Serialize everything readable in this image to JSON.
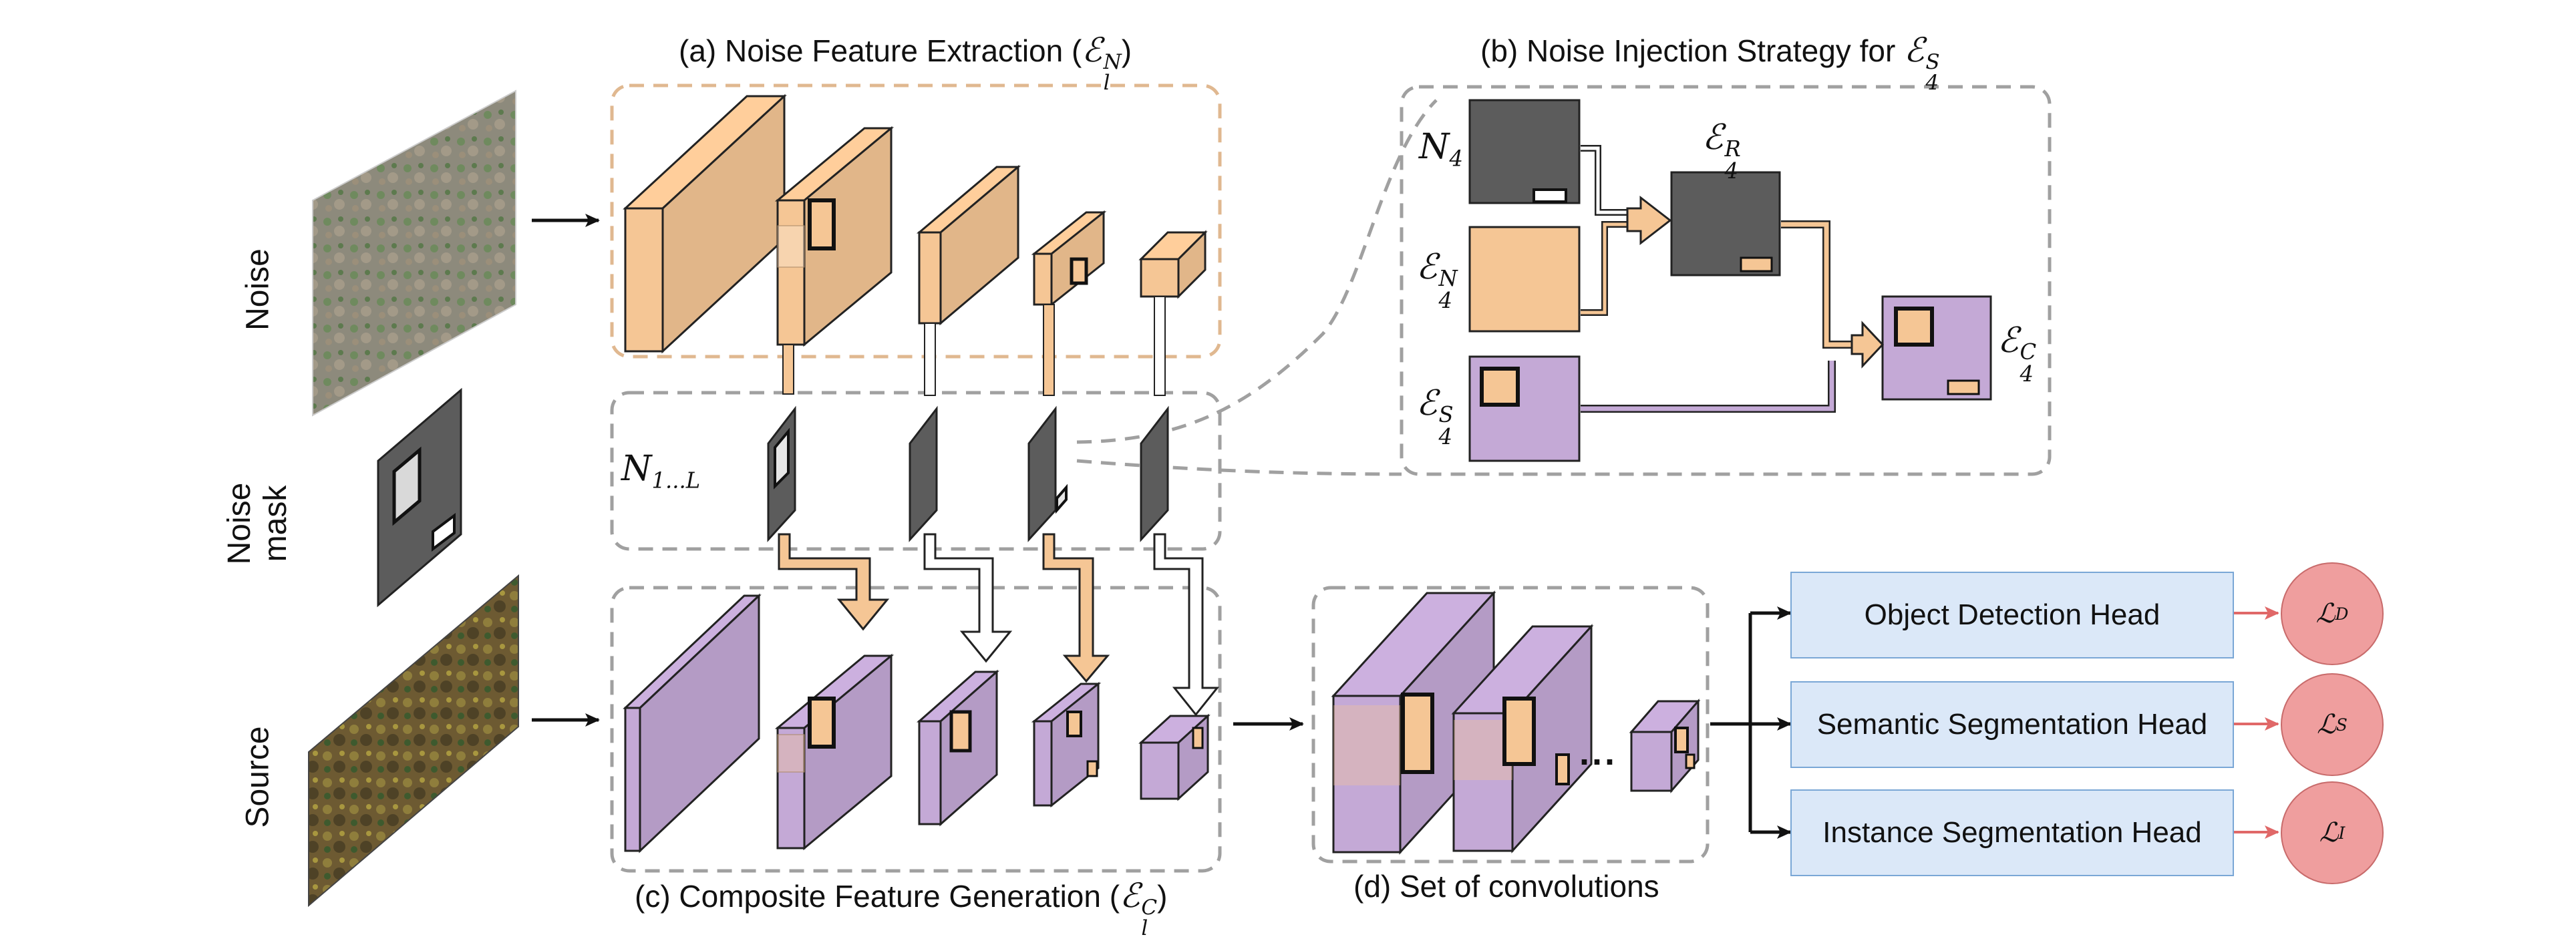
{
  "inputs": {
    "noise_label": "Noise",
    "noise_mask_label_line1": "Noise",
    "noise_mask_label_line2": "mask",
    "source_label": "Source"
  },
  "captions": {
    "a_prefix": "(a) Noise Feature Extraction (",
    "a_suffix": ")",
    "b_prefix": "(b) Noise Injection Strategy for ",
    "c_prefix": "(c) Composite Feature Generation (",
    "c_suffix": ")",
    "d": "(d) Set of convolutions"
  },
  "math": {
    "E": "ℰ",
    "l": "l",
    "N": "N",
    "S": "S",
    "R": "R",
    "C": "C",
    "four": "4",
    "n_stack_base": "N",
    "n_stack_sub": "1...L",
    "n4_base": "N",
    "n4_sub": "4",
    "ellipsis": "..."
  },
  "heads": [
    {
      "label": "Object Detection Head",
      "loss_sub": "D"
    },
    {
      "label": "Semantic Segmentation Head",
      "loss_sub": "S"
    },
    {
      "label": "Instance Segmentation Head",
      "loss_sub": "I"
    }
  ],
  "loss_symbol": "ℒ",
  "colors": {
    "noise_feature": "#f5c695",
    "composite_feature": "#c4a9d6",
    "mask_gray": "#5c5c5c",
    "dashed_orange": "#e0b890",
    "dashed_gray": "#a0a0a0",
    "head_fill": "#dbe8f8",
    "head_border": "#7aa7d6",
    "loss_fill": "#ef9e9e",
    "loss_arrow": "#e06868"
  }
}
